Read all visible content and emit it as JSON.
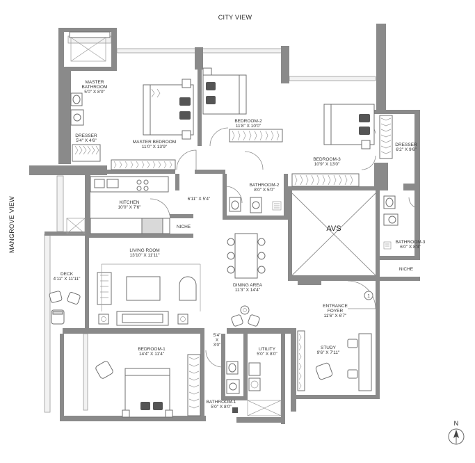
{
  "views": {
    "top": "CITY VIEW",
    "left": "MANGROVE VIEW"
  },
  "rooms": {
    "master_bathroom": {
      "name_line1": "MASTER",
      "name_line2": "BATHROOM",
      "size": "5'0\" X 8'0\""
    },
    "master_bedroom": {
      "name": "MASTER BEDROOM",
      "size": "11'0\" X 13'9\""
    },
    "dresser_left": {
      "name": "DRESSER",
      "size": "5'4\" X 4'6\""
    },
    "bedroom2": {
      "name": "BEDROOM-2",
      "size": "11'8\" X 10'0\""
    },
    "bedroom3": {
      "name": "BEDROOM-3",
      "size": "10'9\" X 13'0\""
    },
    "dresser_right": {
      "name": "DRESSER",
      "size": "6'2\" X 9'6\""
    },
    "kitchen": {
      "name": "KITCHEN",
      "size": "10'0\" X 7'6\""
    },
    "passage": {
      "size": "6'11\" X 5'4\""
    },
    "bathroom2": {
      "name": "BATHROOM-2",
      "size": "8'0\" X 5'0\""
    },
    "avs": {
      "name": "AVS"
    },
    "niche_kitchen": {
      "name": "NICHE"
    },
    "bathroom3": {
      "name": "BATHROOM-3",
      "size": "6'0\" X 8'3\""
    },
    "niche_right": {
      "name": "NICHE"
    },
    "living_room": {
      "name": "LIVING ROOM",
      "size": "13'10\" X 11'11\""
    },
    "deck": {
      "name": "DECK",
      "size": "4'11\" X 11'11\""
    },
    "dining": {
      "name": "DINING AREA",
      "size": "11'3\" X 14'4\""
    },
    "entrance": {
      "name": "ENTRANCE",
      "name2": "FOYER",
      "size": "11'6\" X 6'7\""
    },
    "small_passage": {
      "size_w": "5'4\"",
      "size_x": "X",
      "size_h": "3'0\""
    },
    "utility": {
      "name": "UTILITY",
      "size": "5'0\" X 8'0\""
    },
    "study": {
      "name": "STUDY",
      "size": "9'6\" X 7'11\""
    },
    "bedroom1": {
      "name": "BEDROOM-1",
      "size": "14'4\" X 11'4\""
    },
    "bathroom1": {
      "name": "BATHROOM-1",
      "size": "5'0\" X 8'0\""
    }
  },
  "entrance_marker": "1",
  "compass": {
    "letter": "N"
  }
}
